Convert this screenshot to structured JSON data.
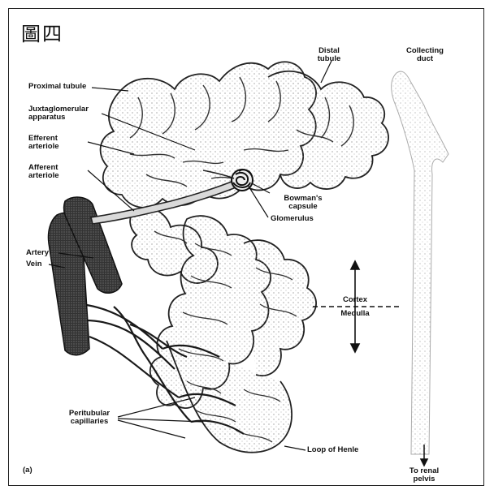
{
  "title": "圖四",
  "labels": {
    "proximal_tubule": "Proximal tubule",
    "juxtaglomerular_line1": "Juxtaglomerular",
    "juxtaglomerular_line2": "apparatus",
    "efferent_line1": "Efferent",
    "efferent_line2": "arteriole",
    "afferent_line1": "Afferent",
    "afferent_line2": "arteriole",
    "artery": "Artery",
    "vein": "Vein",
    "distal_line1": "Distal",
    "distal_line2": "tubule",
    "collecting_line1": "Collecting",
    "collecting_line2": "duct",
    "bowmans_line1": "Bowman's",
    "bowmans_line2": "capsule",
    "glomerulus": "Glomerulus",
    "cortex": "Cortex",
    "medulla": "Medulla",
    "peritubular_line1": "Peritubular",
    "peritubular_line2": "capillaries",
    "loop_of_henle": "Loop of Henle",
    "renal_line1": "To renal",
    "renal_line2": "pelvis",
    "panel": "(a)"
  }
}
